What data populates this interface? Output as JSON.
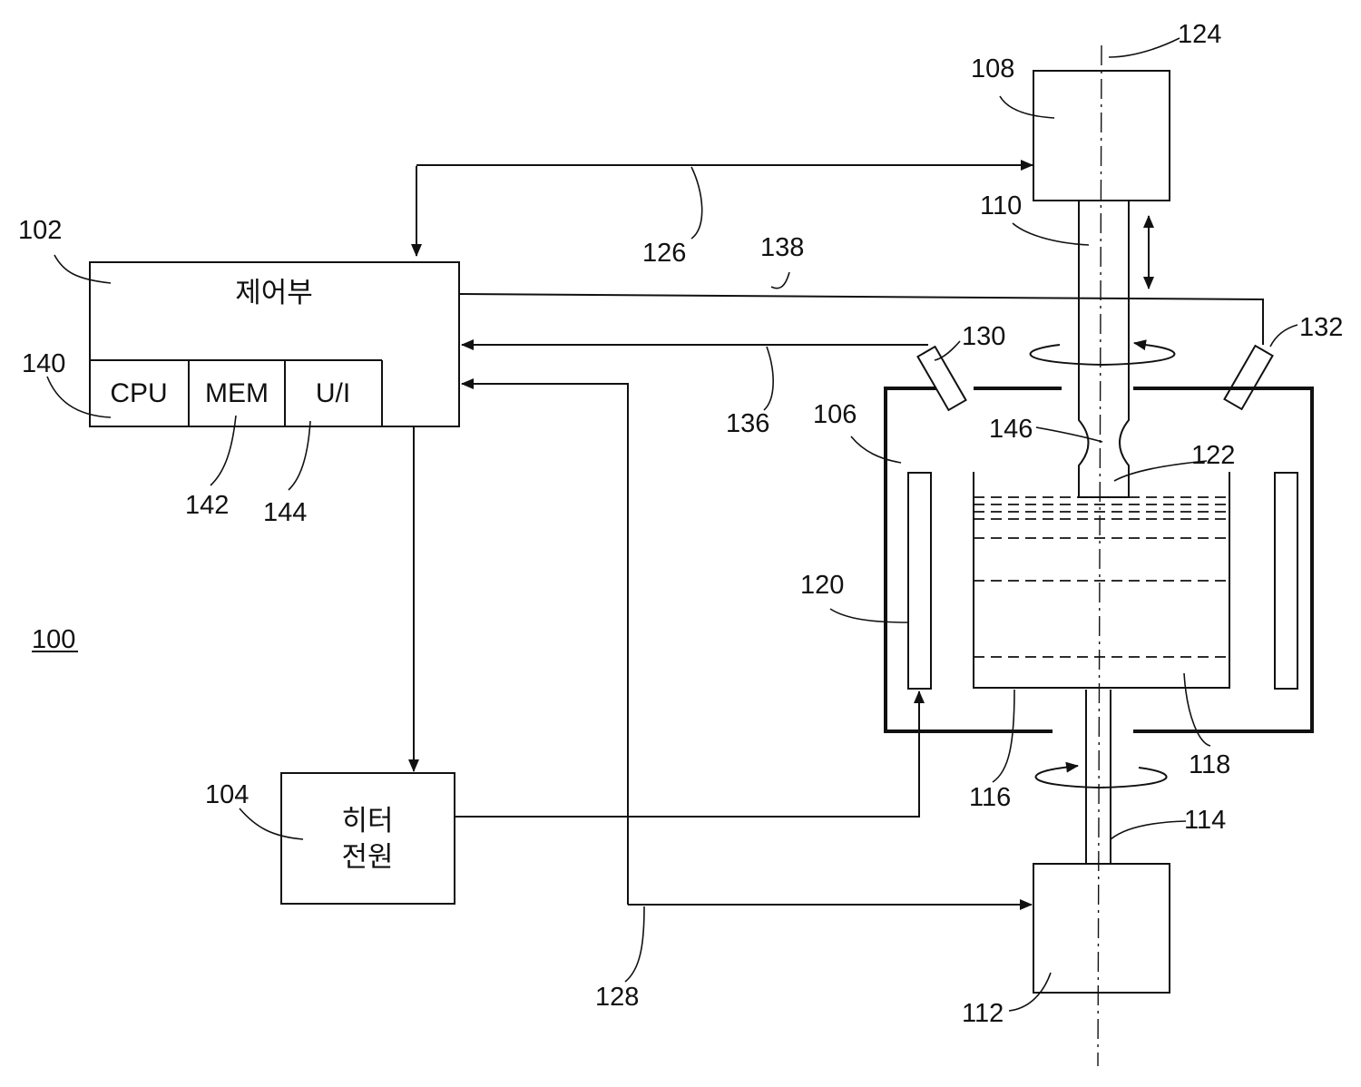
{
  "figure_number": "100",
  "controller": {
    "ref": "102",
    "title": "제어부",
    "sub_units": [
      {
        "ref": "140",
        "label": "CPU"
      },
      {
        "ref": "142",
        "label": "MEM"
      },
      {
        "ref": "144",
        "label": "U/I"
      }
    ]
  },
  "heater_power": {
    "ref": "104",
    "label_line1": "히터",
    "label_line2": "전원"
  },
  "chamber_ref": "106",
  "upper_drive_ref": "108",
  "pull_shaft_ref": "110",
  "lower_drive_ref": "112",
  "lower_shaft_ref": "114",
  "crucible_outer_ref": "116",
  "crucible_inner_ref": "118",
  "heater_ref": "120",
  "melt_ref": "122",
  "axis_ref": "124",
  "signal_line_refs": {
    "upper_drive_line": "126",
    "lower_drive_line": "128",
    "sensor_left_line": "136",
    "sensor_right_line": "138"
  },
  "sensor_left_ref": "130",
  "sensor_right_ref": "132",
  "neck_ref": "146"
}
